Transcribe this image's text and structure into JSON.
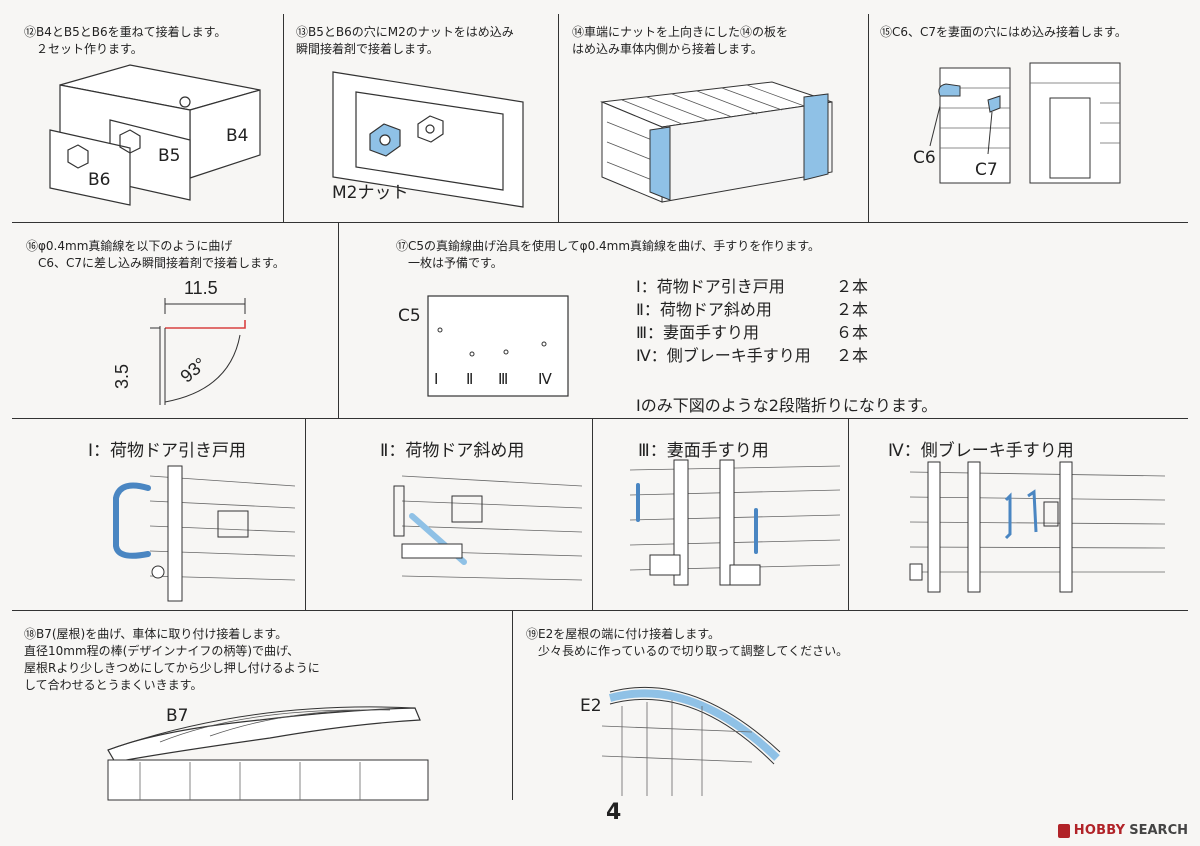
{
  "steps": {
    "s12": {
      "text": "⑫B4とB5とB6を重ねて接着します。\n　２セット作ります。",
      "labels": {
        "b4": "B4",
        "b5": "B5",
        "b6": "B6"
      }
    },
    "s13": {
      "text": "⑬B5とB6の穴にM2のナットをはめ込み\n瞬間接着剤で接着します。",
      "labels": {
        "nut": "M2ナット"
      }
    },
    "s14": {
      "text": "⑭車端にナットを上向きにした⑭の板を\nはめ込み車体内側から接着します。"
    },
    "s15": {
      "text": "⑮C6、C7を妻面の穴にはめ込み接着します。",
      "labels": {
        "c6": "C6",
        "c7": "C7"
      }
    },
    "s16": {
      "text": "⑯φ0.4mm真鍮線を以下のように曲げ\n　C6、C7に差し込み瞬間接着剤で接着します。",
      "dims": {
        "width": "11.5",
        "height": "3.5",
        "angle": "93°"
      }
    },
    "s17": {
      "text": "⑰C5の真鍮線曲げ治具を使用してφ0.4mm真鍮線を曲げ、手すりを作ります。\n　一枚は予備です。",
      "labels": {
        "c5": "C5",
        "jig_marks": [
          "Ⅰ",
          "Ⅱ",
          "Ⅲ",
          "Ⅳ"
        ]
      },
      "parts": [
        {
          "name": "Ⅰ：荷物ドア引き戸用",
          "qty": "２本"
        },
        {
          "name": "Ⅱ：荷物ドア斜め用",
          "qty": "２本"
        },
        {
          "name": "Ⅲ：妻面手すり用",
          "qty": "６本"
        },
        {
          "name": "Ⅳ：側ブレーキ手すり用",
          "qty": "２本"
        }
      ],
      "note": "Ⅰのみ下図のような2段階折りになります。"
    },
    "panes": [
      {
        "title": "Ⅰ：荷物ドア引き戸用"
      },
      {
        "title": "Ⅱ：荷物ドア斜め用"
      },
      {
        "title": "Ⅲ：妻面手すり用"
      },
      {
        "title": "Ⅳ：側ブレーキ手すり用"
      }
    ],
    "s18": {
      "text": "⑱B7(屋根)を曲げ、車体に取り付け接着します。\n直径10mm程の棒(デザインナイフの柄等)で曲げ、\n屋根Rより少しきつめにしてから少し押し付けるように\nして合わせるとうまくいきます。",
      "labels": {
        "b7": "B7"
      }
    },
    "s19": {
      "text": "⑲E2を屋根の端に付け接着します。\n　少々長めに作っているので切り取って調整してください。",
      "labels": {
        "e2": "E2"
      }
    }
  },
  "page_number": "4",
  "watermark": {
    "brand": "HOBBY",
    "suffix": "SEARCH"
  },
  "colors": {
    "accent_blue": "#8fc1e6",
    "accent_blue_dark": "#4a86c2",
    "line": "#333333",
    "dim_red": "#d94040"
  }
}
